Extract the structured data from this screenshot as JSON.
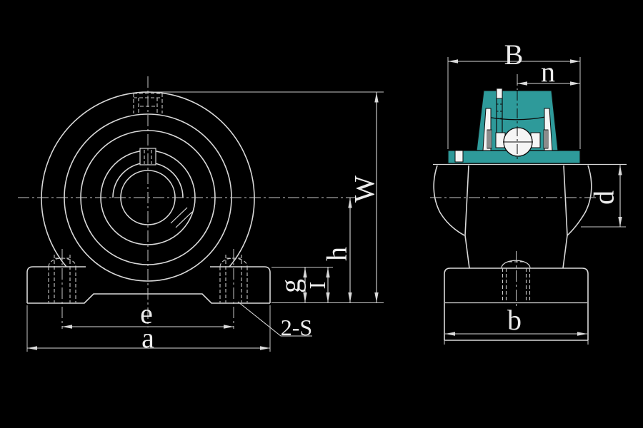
{
  "drawing": {
    "type": "bearing-unit-engineering-drawing",
    "views": [
      "front-view",
      "side-view"
    ]
  },
  "labels": {
    "e": "e",
    "a": "a",
    "two_s": "2-S",
    "g": "g",
    "i": "I",
    "h": "h",
    "w": "W",
    "b_upper": "B",
    "n": "n",
    "d": "d",
    "b_lower": "b"
  },
  "colors": {
    "background": "#000000",
    "line_light": "#D9D9D9",
    "line_dark": "#0B0B0B",
    "section_teal": "#2E9A9A",
    "fill_white": "#F5F5F5"
  }
}
